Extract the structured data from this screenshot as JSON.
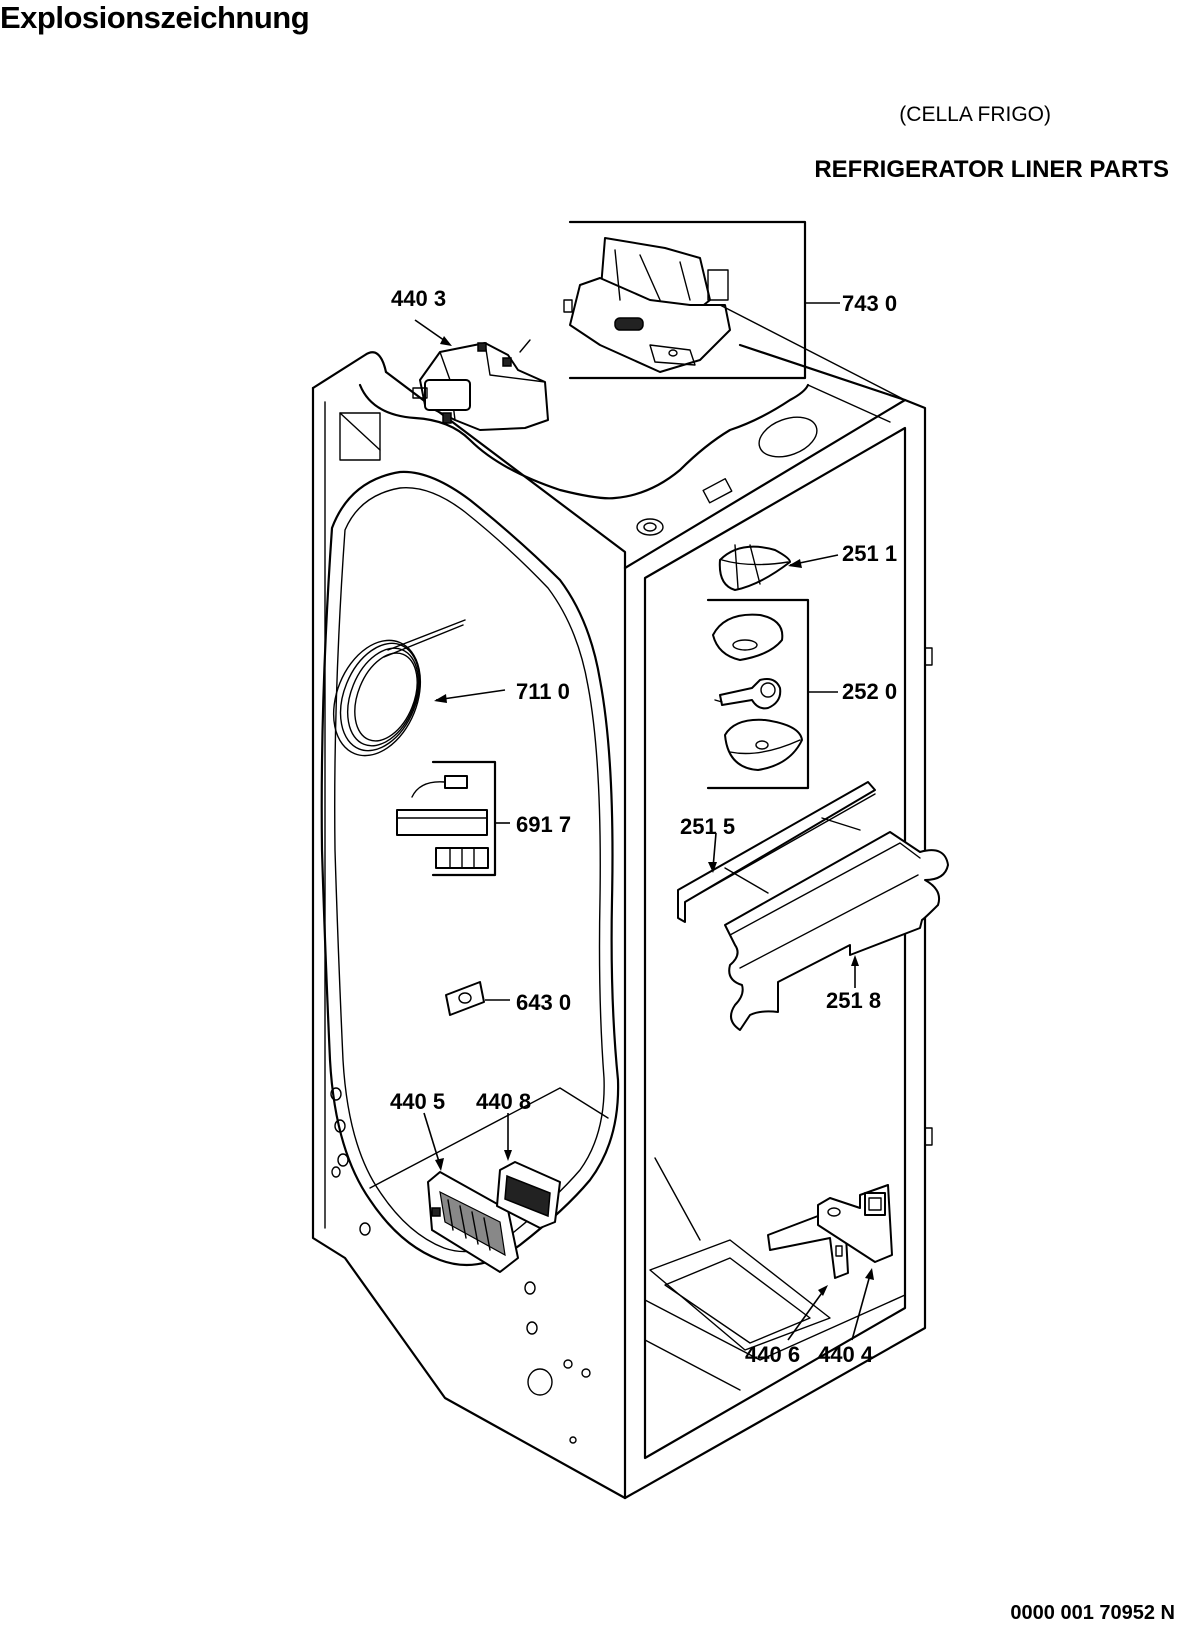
{
  "header": {
    "title": "Explosionszeichnung",
    "subtitle_italian": "(CELLA FRIGO)",
    "subtitle_english": "REFRIGERATOR LINER PARTS"
  },
  "footer": {
    "document_number": "0000 001 70952 N"
  },
  "callouts": [
    {
      "id": "7430",
      "label": "743 0"
    },
    {
      "id": "4403",
      "label": "440 3"
    },
    {
      "id": "2511",
      "label": "251 1"
    },
    {
      "id": "2520",
      "label": "252 0"
    },
    {
      "id": "7110",
      "label": "711 0"
    },
    {
      "id": "6917",
      "label": "691 7"
    },
    {
      "id": "2515",
      "label": "251 5"
    },
    {
      "id": "2518",
      "label": "251 8"
    },
    {
      "id": "6430",
      "label": "643 0"
    },
    {
      "id": "4405",
      "label": "440 5"
    },
    {
      "id": "4408",
      "label": "440 8"
    },
    {
      "id": "4406",
      "label": "440 6"
    },
    {
      "id": "4404",
      "label": "440 4"
    }
  ]
}
